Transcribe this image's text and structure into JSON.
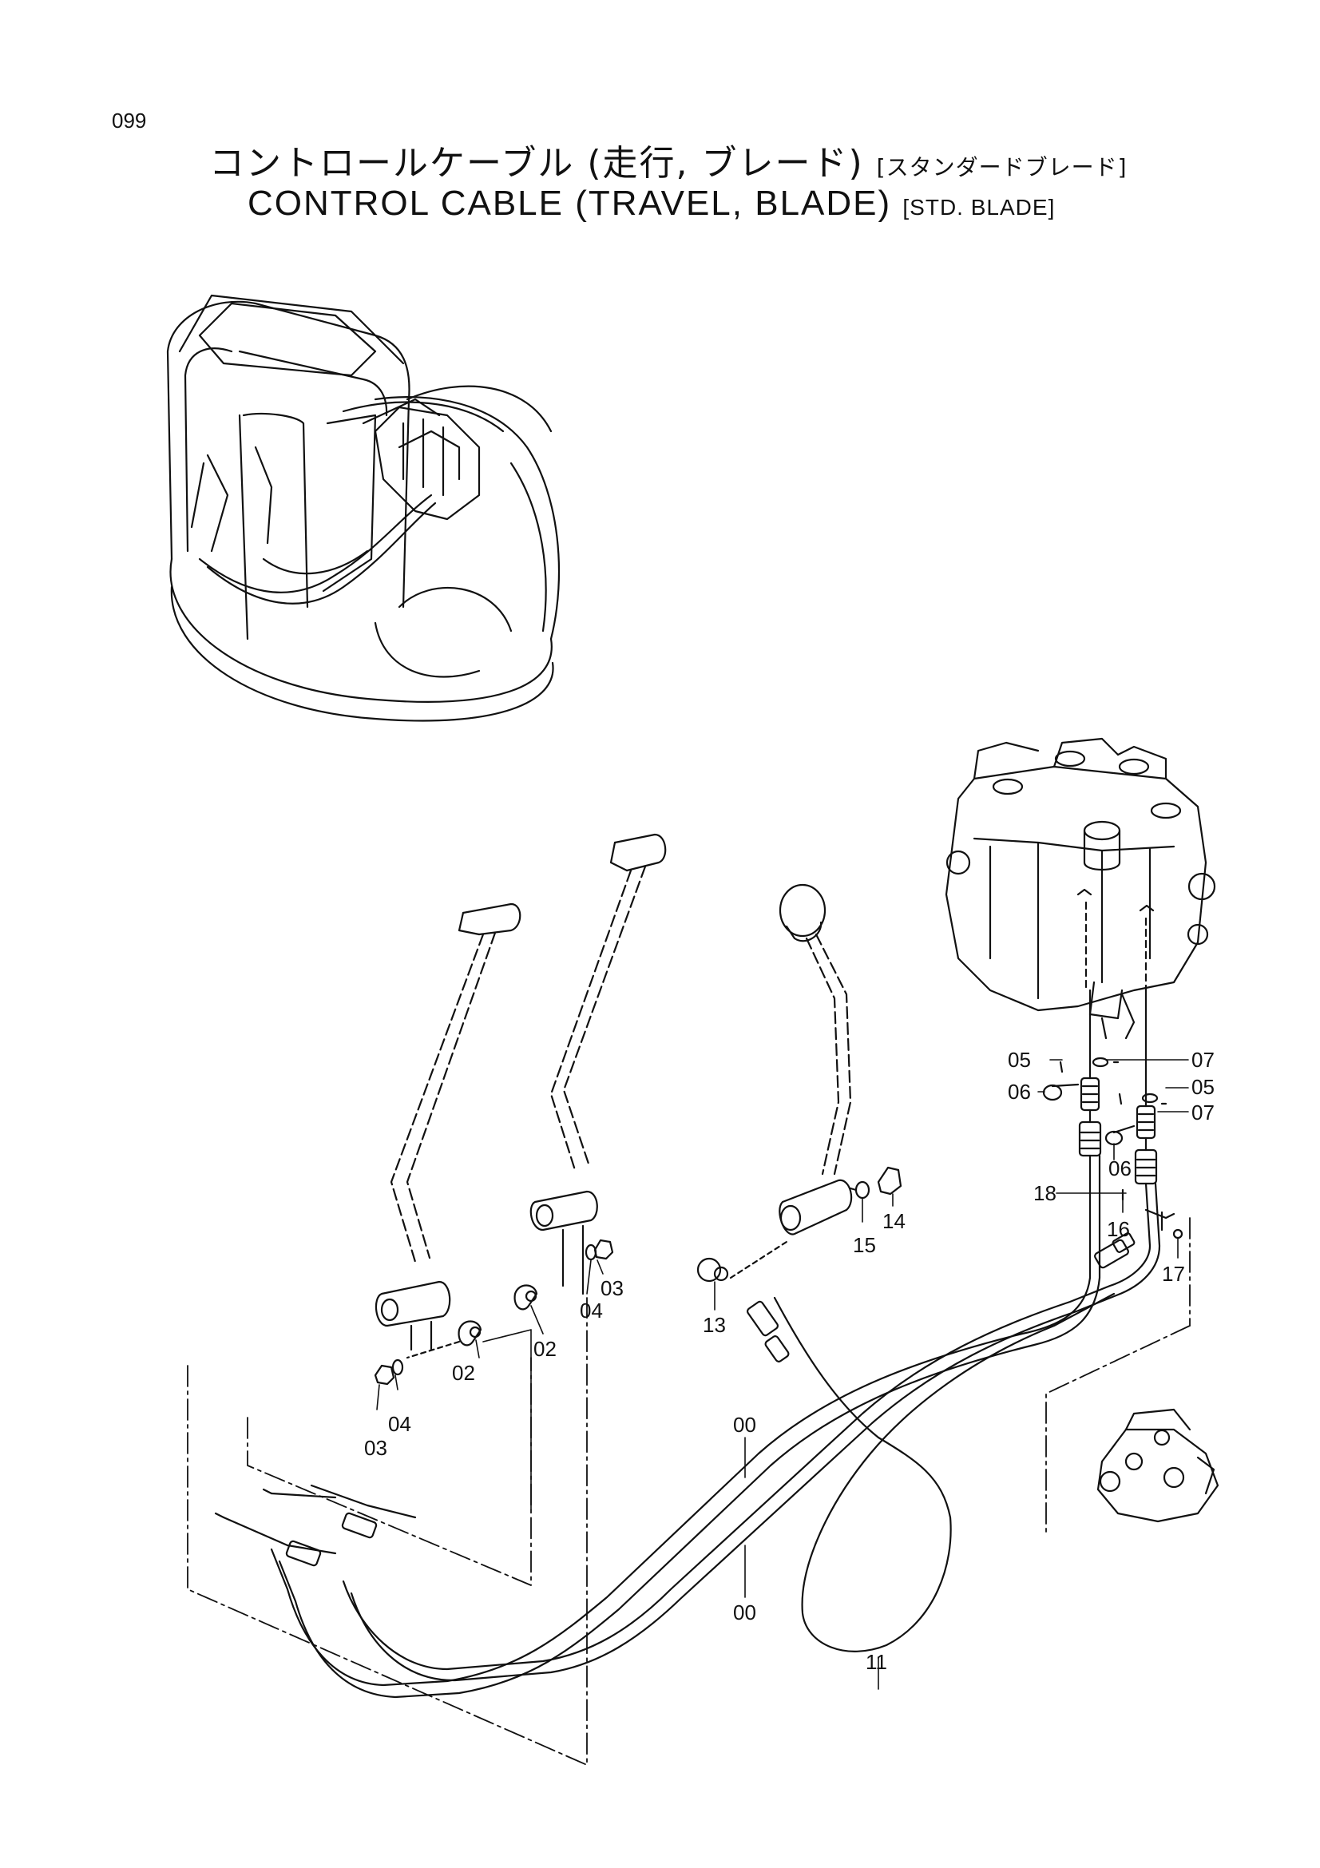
{
  "page_number": "099",
  "title": {
    "japanese_main": "コントロールケーブル (走行, ブレード)",
    "japanese_note": "[スタンダードブレード]",
    "english_main": "CONTROL  CABLE  (TRAVEL, BLADE)",
    "english_note": "[STD. BLADE]"
  },
  "callouts": [
    {
      "id": "c05a",
      "text": "05"
    },
    {
      "id": "c07a",
      "text": "07"
    },
    {
      "id": "c06a",
      "text": "06"
    },
    {
      "id": "c05b",
      "text": "05"
    },
    {
      "id": "c07b",
      "text": "07"
    },
    {
      "id": "c06b",
      "text": "06"
    },
    {
      "id": "c18",
      "text": "18"
    },
    {
      "id": "c16",
      "text": "16"
    },
    {
      "id": "c17",
      "text": "17"
    },
    {
      "id": "c14",
      "text": "14"
    },
    {
      "id": "c15",
      "text": "15"
    },
    {
      "id": "c13",
      "text": "13"
    },
    {
      "id": "c03a",
      "text": "03"
    },
    {
      "id": "c04a",
      "text": "04"
    },
    {
      "id": "c02a",
      "text": "02"
    },
    {
      "id": "c02b",
      "text": "02"
    },
    {
      "id": "c04b",
      "text": "04"
    },
    {
      "id": "c03b",
      "text": "03"
    },
    {
      "id": "c00a",
      "text": "00"
    },
    {
      "id": "c00b",
      "text": "00"
    },
    {
      "id": "c11",
      "text": "11"
    }
  ]
}
